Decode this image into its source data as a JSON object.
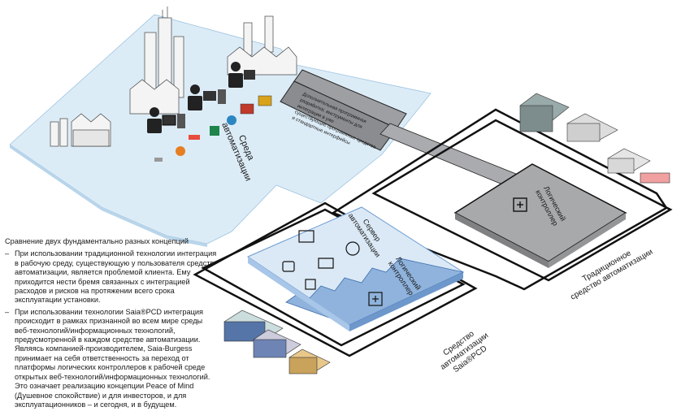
{
  "environment": {
    "label_line1": "Среда",
    "label_line2": "автоматизации"
  },
  "integration_box": {
    "lines": [
      "Дополнительная программная",
      "разработка: инструменты для",
      "интеграции в уже",
      "существующие программные средства",
      "и стандартные интерфейсы"
    ]
  },
  "traditional": {
    "controller_line1": "Логический",
    "controller_line2": "контроллер",
    "caption_line1": "Традиционное",
    "caption_line2": "средство автоматизации"
  },
  "saia": {
    "server_line1": "Сервер",
    "server_line2": "автоматизации",
    "controller_line1": "Логический",
    "controller_line2": "контроллер",
    "caption_line1": "Средство",
    "caption_line2": "автоматизации",
    "caption_line3": "Saia®PCD"
  },
  "caption": {
    "title": "Сравнение двух фундаментально разных концепций",
    "bullet_mark": "–",
    "bullets": [
      "При использовании традиционной технологии интеграция в рабочую среду, существующую у пользователя средств автоматизации, является проблемой клиента. Ему приходится нести бремя связанных с интеграцией расходов и рисков на протяжении всего срока эксплуатации установки.",
      "При использовании технологии Saia®PCD интеграция происходит в рамках признанной во всем мире среды веб-технологий/информационных технологий, предусмотренной в каждом средстве автоматизации. Являясь компанией-производителем, Saia-Burgess принимает на себя ответственность за переход от платформы логических контроллеров к рабочей среде открытых веб-технологий/информационных технологий. Это означает реализацию концепции Peace of Mind (Душевное спокойствие) и для инвесторов, и для эксплуатационников – и сегодня, и в будущем."
    ]
  },
  "colors": {
    "environment_fill": "#dcecf7",
    "controller_gray": "#a7a9ab",
    "saia_blue_light": "#dbe9f6",
    "saia_blue_dark": "#8fb3dc",
    "outline": "#111111"
  }
}
